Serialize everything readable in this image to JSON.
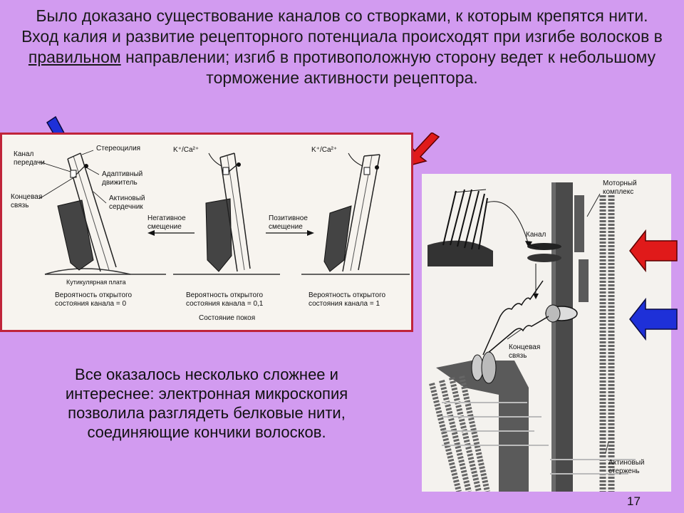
{
  "title": {
    "line1": "Было доказано существование каналов со створками, к которым крепятся нити.",
    "line2_before": "Вход калия и развитие рецепторного потенциала происходят при изгибе волосков в ",
    "line2_underlined": "правильном",
    "line2_after": " направлении; изгиб в противоположную сторону ведет к небольшому торможение активности рецептора."
  },
  "left_figure": {
    "label_channel": [
      "Канал",
      "передачи"
    ],
    "label_stereocilia": "Стереоцилия",
    "label_tip_link": [
      "Концевая",
      "связь"
    ],
    "label_adaptive_motor": [
      "Адаптивный",
      "движитель"
    ],
    "label_actin_core": [
      "Актиновый",
      "сердечник"
    ],
    "label_cuticular_plate": "Кутикулярная плата",
    "ion_label_a": "K⁺/Ca²⁺",
    "ion_label_b": "K⁺/Ca²⁺",
    "label_negative_shift": [
      "Негативное",
      "смещение"
    ],
    "label_positive_shift": [
      "Позитивное",
      "смещение"
    ],
    "prob_left": [
      "Вероятность открытого",
      "состояния канала = 0"
    ],
    "prob_mid": [
      "Вероятность открытого",
      "состояния канала = 0,1"
    ],
    "prob_right": [
      "Вероятность открытого",
      "состояния канала = 1"
    ],
    "label_rest": "Состояние покоя"
  },
  "right_figure": {
    "label_motor_complex": [
      "Моторный",
      "комплекс"
    ],
    "label_channel": "Канал",
    "label_tip_link": [
      "Концевая",
      "связь"
    ],
    "label_actin_rod": [
      "Актиновый",
      "стержень"
    ]
  },
  "body_text": [
    "Все оказалось несколько сложнее и",
    "интереснее: электронная микроскопия",
    "позволила разглядеть белковые нити,",
    "соединяющие кончики волосков."
  ],
  "page_number": "17",
  "colors": {
    "background": "#d29bf0",
    "arrow_blue": "#1e30d8",
    "arrow_red": "#e01a1a",
    "frame_red": "#c0243a"
  }
}
